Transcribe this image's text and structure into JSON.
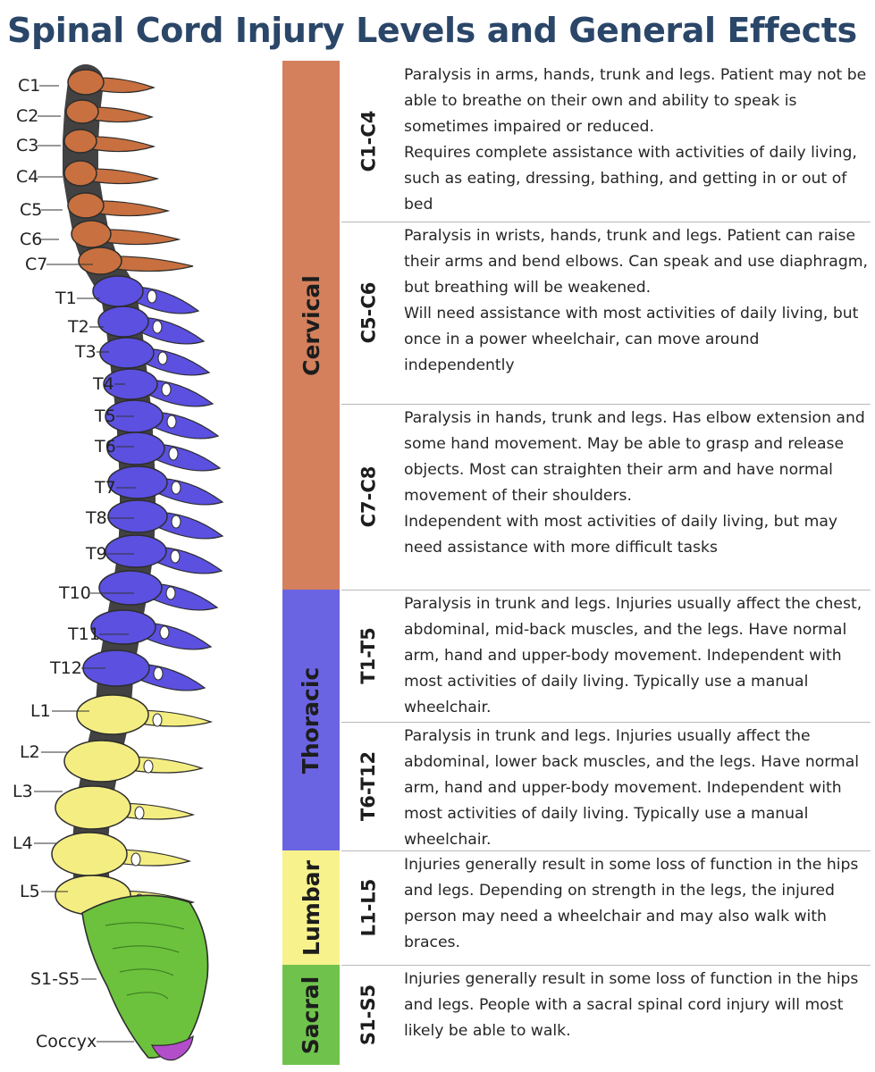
{
  "title": "Spinal Cord Injury Levels and General Effects",
  "spine_labels": [
    "C1",
    "C2",
    "C3",
    "C4",
    "C5",
    "C6",
    "C7",
    "T1",
    "T2",
    "T3",
    "T4",
    "T5",
    "T6",
    "T7",
    "T8",
    "T9",
    "T10",
    "T11",
    "T12",
    "L1",
    "L2",
    "L3",
    "L4",
    "L5",
    "S1-S5",
    "Coccyx"
  ],
  "regions": [
    {
      "name": "Cervical",
      "color": "#d4805c"
    },
    {
      "name": "Thoracic",
      "color": "#6b64e2"
    },
    {
      "name": "Lumbar",
      "color": "#f7f28c"
    },
    {
      "name": "Sacral",
      "color": "#6fc34c"
    }
  ],
  "spine_colors": {
    "cervical": "#c8703f",
    "thoracic": "#5b50e0",
    "lumbar": "#f4ee82",
    "sacral": "#6cc23c",
    "coccyx": "#b24ec9",
    "outline": "#2d2d2d"
  },
  "levels": [
    {
      "label": "C1-C4",
      "lines": [
        "Paralysis in arms, hands, trunk and legs. Patient may not be able to breathe on their own and ability to speak is sometimes impaired or reduced.",
        "Requires complete assistance with activities of daily living, such as eating, dressing, bathing, and getting in or out of bed"
      ]
    },
    {
      "label": "C5-C6",
      "lines": [
        "Paralysis in wrists, hands, trunk and legs. Patient can raise their arms and bend elbows. Can speak and use diaphragm, but breathing will be weakened.",
        "Will need assistance with most activities of daily living, but once in a power wheelchair, can move around independently"
      ]
    },
    {
      "label": "C7-C8",
      "lines": [
        "Paralysis in hands, trunk and legs. Has elbow extension and some hand movement. May be able to grasp and release objects. Most can straighten their arm and have normal movement of their shoulders.",
        "Independent with most activities of daily living, but may need assistance with more difficult tasks"
      ]
    },
    {
      "label": "T1-T5",
      "lines": [
        "Paralysis in trunk and legs. Injuries usually affect the chest, abdominal, mid-back muscles, and the legs. Have normal arm, hand and upper-body movement. Independent with most activities of daily living. Typically use a manual wheelchair."
      ]
    },
    {
      "label": "T6-T12",
      "lines": [
        "Paralysis in trunk and legs. Injuries usually affect the abdominal, lower back muscles, and the legs. Have normal arm, hand and upper-body movement. Independent with most activities of daily living. Typically use a manual wheelchair."
      ]
    },
    {
      "label": "L1-L5",
      "lines": [
        "Injuries generally result in some loss of function in the hips and legs. Depending on strength in the legs, the injured person may need a wheelchair and may also walk with braces."
      ]
    },
    {
      "label": "S1-S5",
      "lines": [
        "Injuries generally result in some loss of function in the hips and legs. People with a sacral spinal cord injury will most likely be able to walk."
      ]
    }
  ]
}
